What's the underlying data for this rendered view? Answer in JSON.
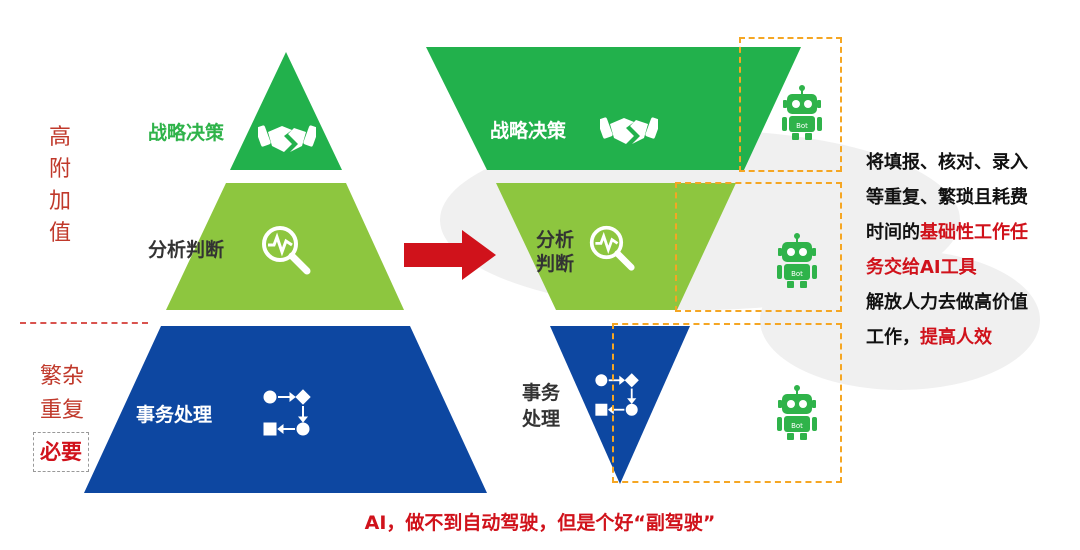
{
  "left_labels": {
    "high_value": [
      "高",
      "附",
      "加",
      "值"
    ],
    "complex": [
      "繁杂",
      "重复"
    ],
    "necessary": "必要"
  },
  "pyramid": {
    "top": "战略决策",
    "middle": "分析判断",
    "bottom": "事务处理"
  },
  "inverted": {
    "top": "战略决策",
    "middle_line1": "分析",
    "middle_line2": "判断",
    "bottom_line1": "事务",
    "bottom_line2": "处理"
  },
  "robot_label": "Bot",
  "right_text": {
    "line1": "将填报、核对、录入",
    "line2": "等重复、繁琐且耗费",
    "line3_prefix": "时间的",
    "line3_highlight": "基础性工作任",
    "line4_highlight": "务交给AI工具",
    "line5": "解放人力去做高价值",
    "line6_prefix": "工作，",
    "line6_highlight": "提高人效"
  },
  "caption": "AI，做不到自动驾驶，但是个好“副驾驶”",
  "colors": {
    "dark_green": "#22b14c",
    "light_green": "#8dc63f",
    "blue": "#0d47a1",
    "red": "#d0121b",
    "orange": "#f5a623"
  }
}
